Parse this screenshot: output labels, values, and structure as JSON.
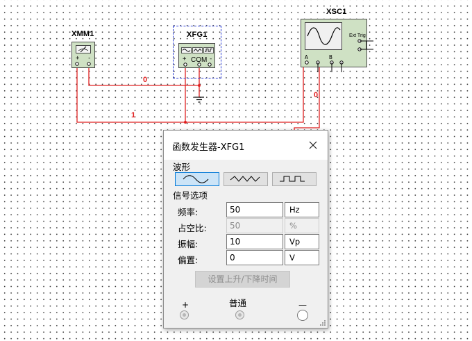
{
  "schematic": {
    "multimeter": {
      "name": "XMM1",
      "plus": "+",
      "minus": "-"
    },
    "function_generator": {
      "name": "XFG1",
      "com": "COM"
    },
    "oscilloscope": {
      "name": "XSC1",
      "ext_trig": "Ext Trig",
      "channel_a": "A",
      "channel_b": "B"
    },
    "wire_labels": {
      "wire_a": "0",
      "wire_b": "1",
      "wire_c": "0"
    },
    "colors": {
      "wire": "#e02020",
      "instrument_body": "#cfe1c4",
      "selection_box": "#2a3bd6"
    }
  },
  "dialog": {
    "title": "函数发生器-XFG1",
    "close_icon": "close-icon",
    "waveform_section": "波形",
    "waveforms": [
      {
        "name": "sine",
        "icon": "sine-wave-icon",
        "selected": true
      },
      {
        "name": "triangle",
        "icon": "triangle-wave-icon",
        "selected": false
      },
      {
        "name": "square",
        "icon": "square-wave-icon",
        "selected": false
      }
    ],
    "signal_options": "信号选项",
    "params": {
      "frequency": {
        "label": "频率:",
        "value": "50",
        "unit": "Hz"
      },
      "duty_cycle": {
        "label": "占空比:",
        "value": "50",
        "unit": "%"
      },
      "amplitude": {
        "label": "振幅:",
        "value": "10",
        "unit": "Vp"
      },
      "offset": {
        "label": "偏置:",
        "value": "0",
        "unit": "V"
      }
    },
    "rise_fall_button": "设置上升/下降时间",
    "terminals": {
      "plus": "+",
      "common": "普通",
      "minus": "—"
    }
  }
}
